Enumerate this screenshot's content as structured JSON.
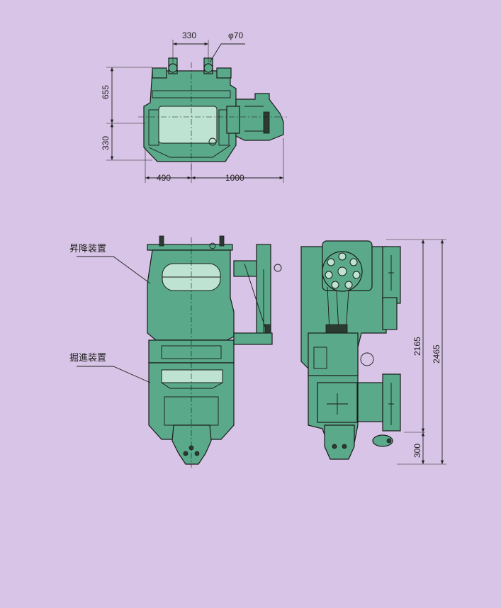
{
  "colors": {
    "background": "#d8c4e6",
    "machine_body": "#5aa98a",
    "machine_detail": "#bfe3d2",
    "outline": "#1b1b1b"
  },
  "top_view": {
    "dimensions": {
      "width_pins": "330",
      "pin_diameter": "φ70",
      "depth_upper": "655",
      "depth_lower": "330",
      "width_left": "490",
      "width_right": "1000"
    }
  },
  "front_view": {
    "labels": {
      "lifting_device": "昇降装置",
      "excavation_device": "掘進装置"
    }
  },
  "side_view": {
    "dimensions": {
      "height_upper": "2165",
      "height_total": "2465",
      "height_lower": "300"
    }
  }
}
